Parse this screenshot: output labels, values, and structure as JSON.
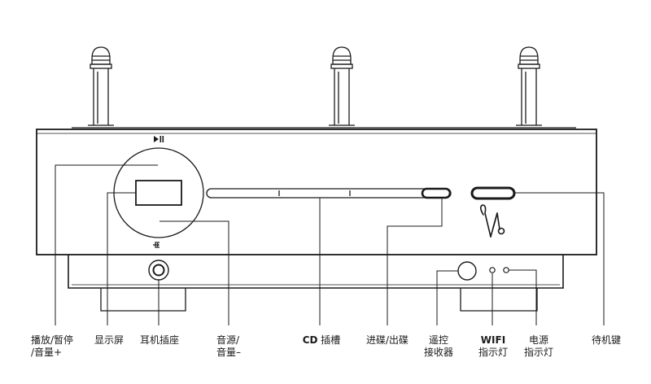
{
  "callouts": {
    "play_pause": {
      "line1": "播放/暂停",
      "line2": "/音量+"
    },
    "display": {
      "line1": "显示屏"
    },
    "headphone": {
      "line1": "耳机插座"
    },
    "source": {
      "line1": "音源/",
      "line2": "音量–"
    },
    "cd_slot": {
      "prefix": "CD",
      "text": "插槽"
    },
    "eject": {
      "line1": "进碟/出碟"
    },
    "remote": {
      "line1": "遥控",
      "line2": "接收器"
    },
    "wifi": {
      "line1": "WIFI",
      "line2": "指示灯"
    },
    "power": {
      "line1": "电源",
      "line2": "指示灯"
    },
    "standby": {
      "line1": "待机键"
    }
  },
  "icons": {
    "play_pause": "play-pause-icon",
    "source": "input-source-icon",
    "logo": "brand-logo-icon"
  },
  "colors": {
    "line": "#1a1a1a",
    "background": "#ffffff"
  }
}
